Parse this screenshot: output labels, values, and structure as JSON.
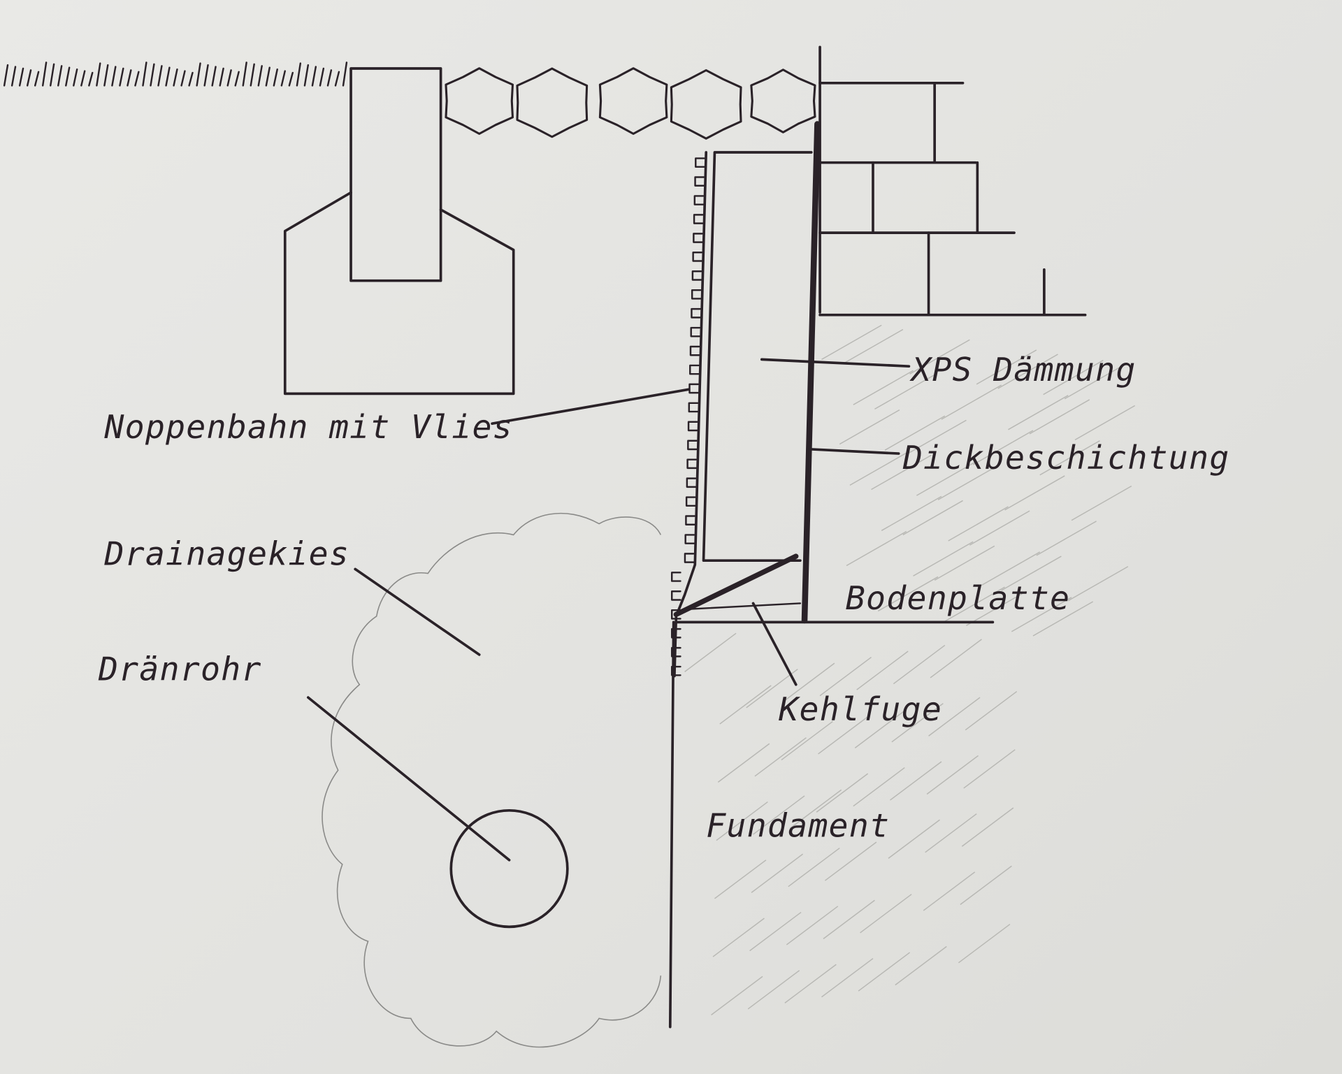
{
  "labels": {
    "xps": "XPS Dämmung",
    "noppenbahn": "Noppenbahn mit Vlies",
    "dickbeschichtung": "Dickbeschichtung",
    "drainagekies": "Drainagekies",
    "bodenplatte": "Bodenplatte",
    "draenrohr": "Dränrohr",
    "kehlfuge": "Kehlfuge",
    "fundament": "Fundament"
  },
  "colors": {
    "ink": "#2a2228",
    "paper": "#e6e6e2",
    "pencil": "#8a8a88"
  }
}
